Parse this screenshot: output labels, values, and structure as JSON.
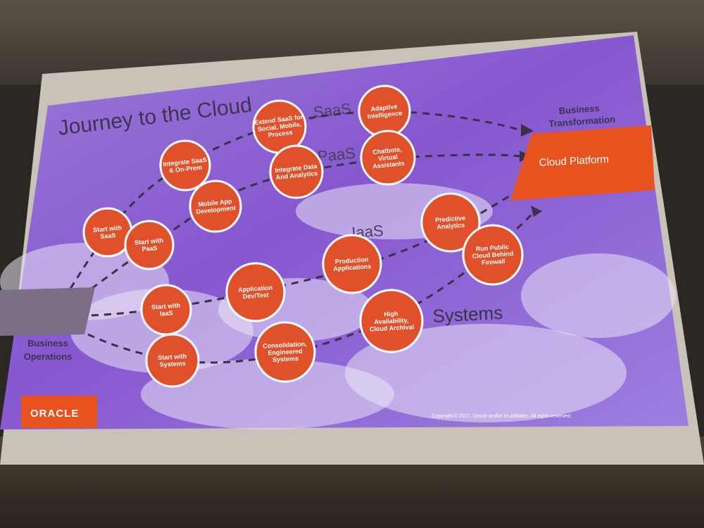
{
  "slide": {
    "title": "Journey to the Cloud",
    "bands": {
      "saas": "SaaS",
      "paas": "PaaS",
      "iaas": "IaaS",
      "systems": "Systems"
    },
    "left_label": [
      "Business",
      "Operations"
    ],
    "right_label": [
      "Business",
      "Transformation"
    ],
    "destination": "Cloud Platform",
    "copyright": "Copyright © 2017, Oracle and/or its affiliates. All rights reserved.",
    "logo": "ORACLE"
  },
  "nodes": [
    {
      "id": "start-saas",
      "lines": [
        "Start with",
        "SaaS"
      ]
    },
    {
      "id": "start-paas",
      "lines": [
        "Start with",
        "PaaS"
      ]
    },
    {
      "id": "start-iaas",
      "lines": [
        "Start with",
        "IaaS"
      ]
    },
    {
      "id": "start-systems",
      "lines": [
        "Start with",
        "Systems"
      ]
    },
    {
      "id": "integrate-saas",
      "lines": [
        "Integrate SaaS",
        "& On-Prem"
      ]
    },
    {
      "id": "mobile-app",
      "lines": [
        "Mobile App",
        "Development"
      ]
    },
    {
      "id": "extend-saas",
      "lines": [
        "Extend SaaS for",
        "Social, Mobile,",
        "Process"
      ]
    },
    {
      "id": "integrate-data",
      "lines": [
        "Integrate Data",
        "And Analytics"
      ]
    },
    {
      "id": "adaptive-intelligence",
      "lines": [
        "Adaptive",
        "Intelligence"
      ]
    },
    {
      "id": "chatbots",
      "lines": [
        "Chatbots,",
        "Virtual",
        "Assistants"
      ]
    },
    {
      "id": "application-devtest",
      "lines": [
        "Application",
        "Dev/Test"
      ]
    },
    {
      "id": "production-apps",
      "lines": [
        "Production",
        "Applications"
      ]
    },
    {
      "id": "predictive-analytics",
      "lines": [
        "Predictive",
        "Analytics"
      ]
    },
    {
      "id": "run-public-cloud",
      "lines": [
        "Run Public",
        "Cloud Behind",
        "Firewall"
      ]
    },
    {
      "id": "consolidation",
      "lines": [
        "Consolidation,",
        "Engineered",
        "Systems"
      ]
    },
    {
      "id": "high-availability",
      "lines": [
        "High",
        "Availability,",
        "Cloud Archival"
      ]
    }
  ],
  "colors": {
    "node_fill": "#e0502a",
    "node_border": "#ffffff",
    "accent_orange": "#e8521f",
    "background_purple": "#8b62d6"
  }
}
